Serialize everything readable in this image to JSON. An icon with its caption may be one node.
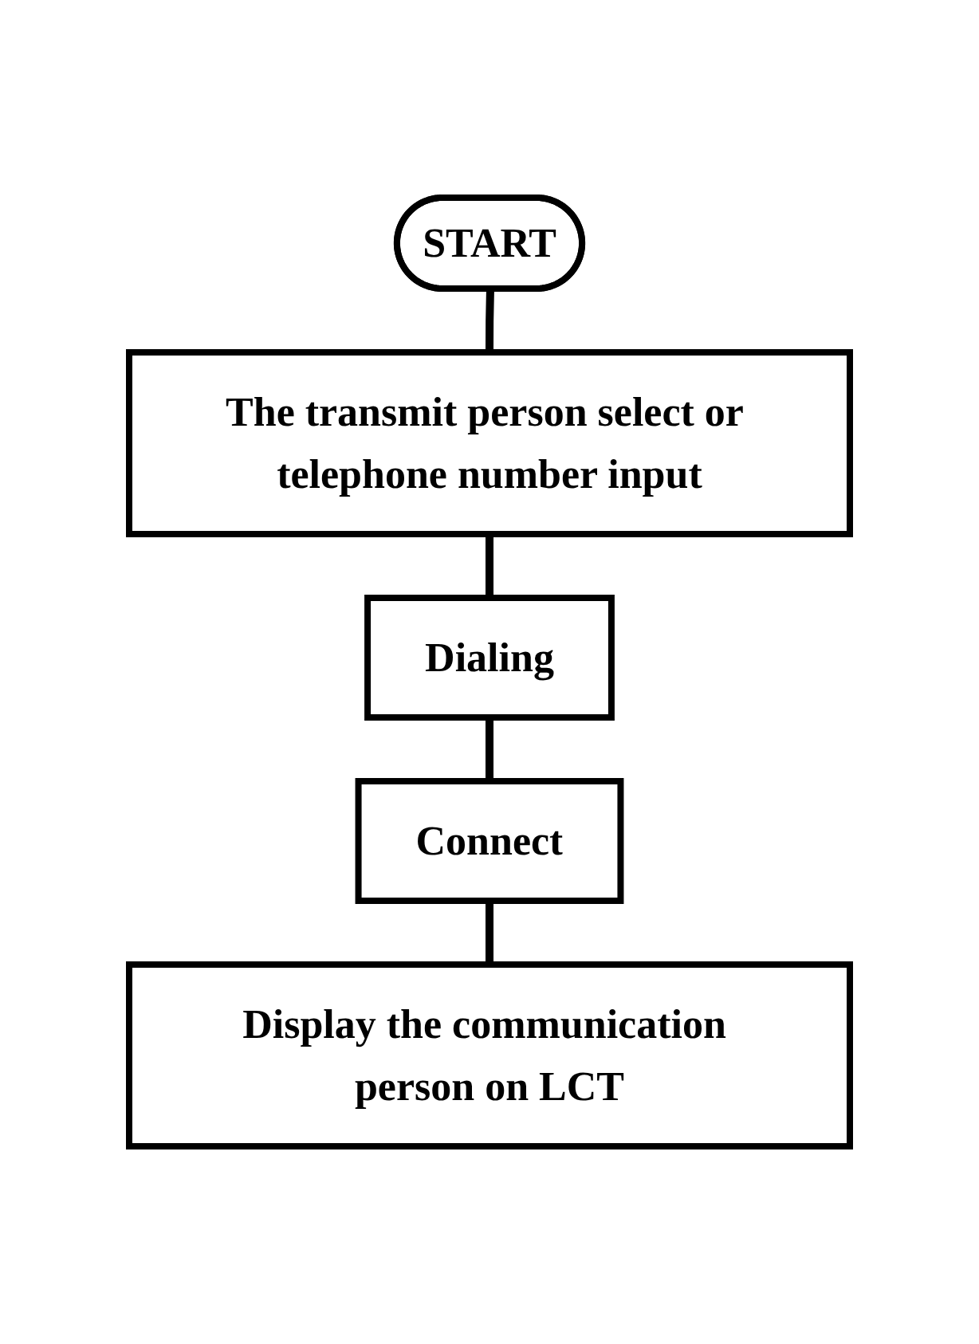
{
  "diagram": {
    "nodes": [
      {
        "text": [
          "START"
        ]
      },
      {
        "text": [
          "The transmit person select or telephone number input"
        ]
      },
      {
        "text": [
          "Dialing"
        ]
      },
      {
        "text": [
          "Connect"
        ]
      },
      {
        "text": [
          "Display the communication person on LCT"
        ]
      }
    ],
    "edges": [
      {
        "from": 0,
        "to": 1,
        "arrow": "none"
      },
      {
        "from": 1,
        "to": 2,
        "arrow": "none"
      },
      {
        "from": 2,
        "to": 3,
        "arrow": "none"
      },
      {
        "from": 3,
        "to": 4,
        "arrow": "none"
      }
    ]
  }
}
